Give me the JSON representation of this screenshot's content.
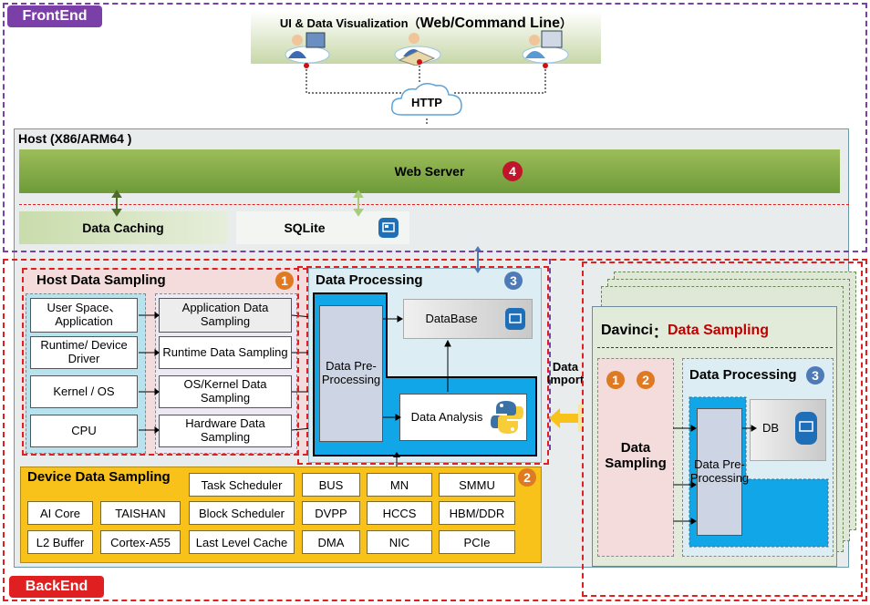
{
  "frontend": {
    "tag": "FrontEnd",
    "ui_title": "UI & Data Visualization（",
    "ui_title_strong": "Web/Command Line",
    "ui_title_end": "）",
    "http": "HTTP",
    "users": [
      "user-desktop-icon",
      "user-laptop-icon",
      "user-workstation-icon"
    ]
  },
  "host": {
    "title": "Host (X86/ARM64 )",
    "web_server": "Web Server",
    "web_server_badge": "4",
    "data_caching": "Data Caching",
    "sqlite": "SQLite"
  },
  "host_sampling": {
    "title": "Host Data Sampling",
    "badge": "1",
    "left": [
      "User Space、Application",
      "Runtime/ Device Driver",
      "Kernel / OS",
      "CPU"
    ],
    "right": [
      "Application Data Sampling",
      "Runtime Data Sampling",
      "OS/Kernel Data Sampling",
      "Hardware Data Sampling"
    ]
  },
  "data_processing": {
    "title": "Data Processing",
    "badge": "3",
    "pre": "Data Pre-Processing",
    "database": "DataBase",
    "analysis": "Data Analysis"
  },
  "device_sampling": {
    "title": "Device Data Sampling",
    "badge": "2",
    "row0": [
      "Task Scheduler",
      "BUS",
      "MN",
      "SMMU"
    ],
    "row1": [
      "AI Core",
      "TAISHAN",
      "Block Scheduler",
      "DVPP",
      "HCCS",
      "HBM/DDR"
    ],
    "row2": [
      "L2 Buffer",
      "Cortex-A55",
      "Last Level Cache",
      "DMA",
      "NIC",
      "PCIe"
    ]
  },
  "import": {
    "label": "Data Import"
  },
  "davinci": {
    "title_a": "Davinci",
    "title_colon": "：",
    "title_b": "Data Sampling",
    "badge1": "1",
    "badge2": "2",
    "sampling": "Data Sampling",
    "proc_title": "Data Processing",
    "proc_badge": "3",
    "pre": "Data Pre-Processing",
    "db": "DB"
  },
  "backend": {
    "tag": "BackEnd"
  },
  "colors": {
    "purple": "#7b3fa8",
    "red": "#e02020",
    "green_bar": "#7ea640",
    "blue_fill": "#0ea5e9",
    "yellow": "#f9c21b"
  }
}
